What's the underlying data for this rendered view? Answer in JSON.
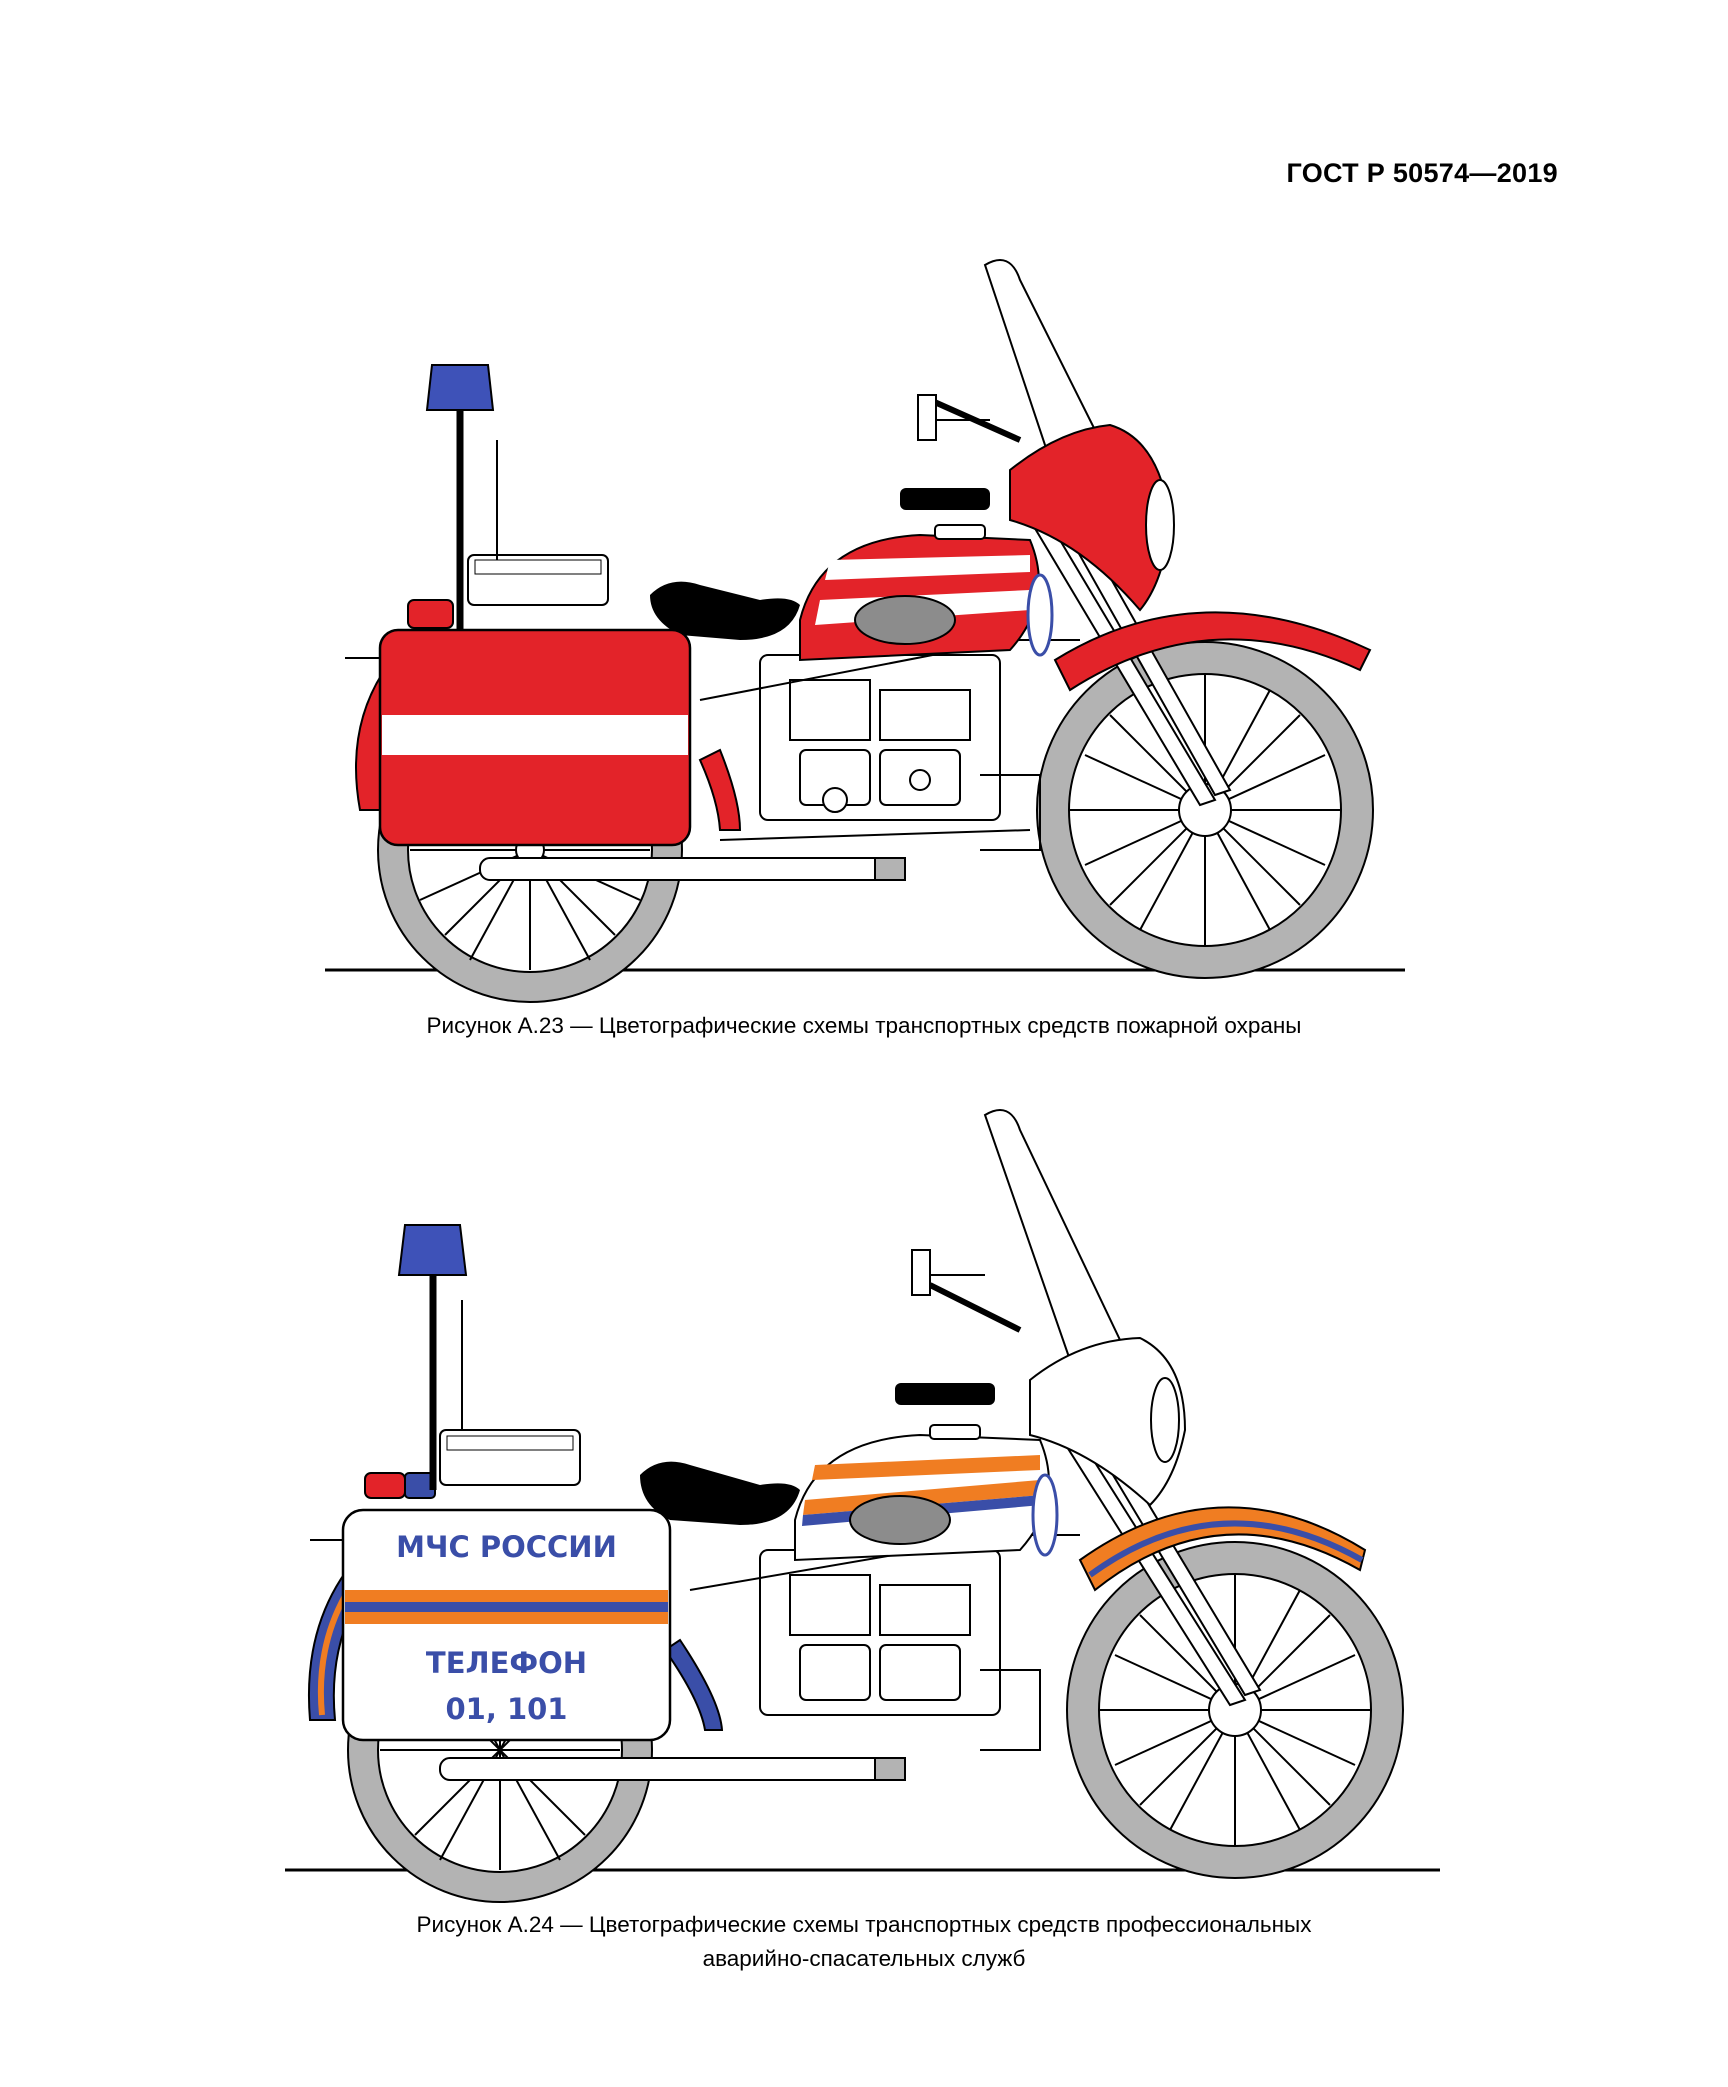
{
  "header": {
    "doc_code": "ГОСТ Р 50574—2019"
  },
  "figure_a23": {
    "caption": "Рисунок А.23 — Цветографические схемы транспортных средств пожарной охраны"
  },
  "figure_a24": {
    "caption_line1": "Рисунок А.24 — Цветографические схемы транспортных средств профессиональных",
    "caption_line2": "аварийно-спасательных служб",
    "box_label_top": "МЧС РОССИИ",
    "box_label_phone": "ТЕЛЕФОН",
    "box_label_numbers": "01, 101"
  },
  "colors": {
    "fire_red": "#e32329",
    "rescue_orange": "#f07d22",
    "rescue_blue": "#3a4ea8",
    "beacon_blue": "#3e52b8",
    "wheel_gray": "#b3b3b3",
    "tank_gray": "#8c8c8c"
  }
}
